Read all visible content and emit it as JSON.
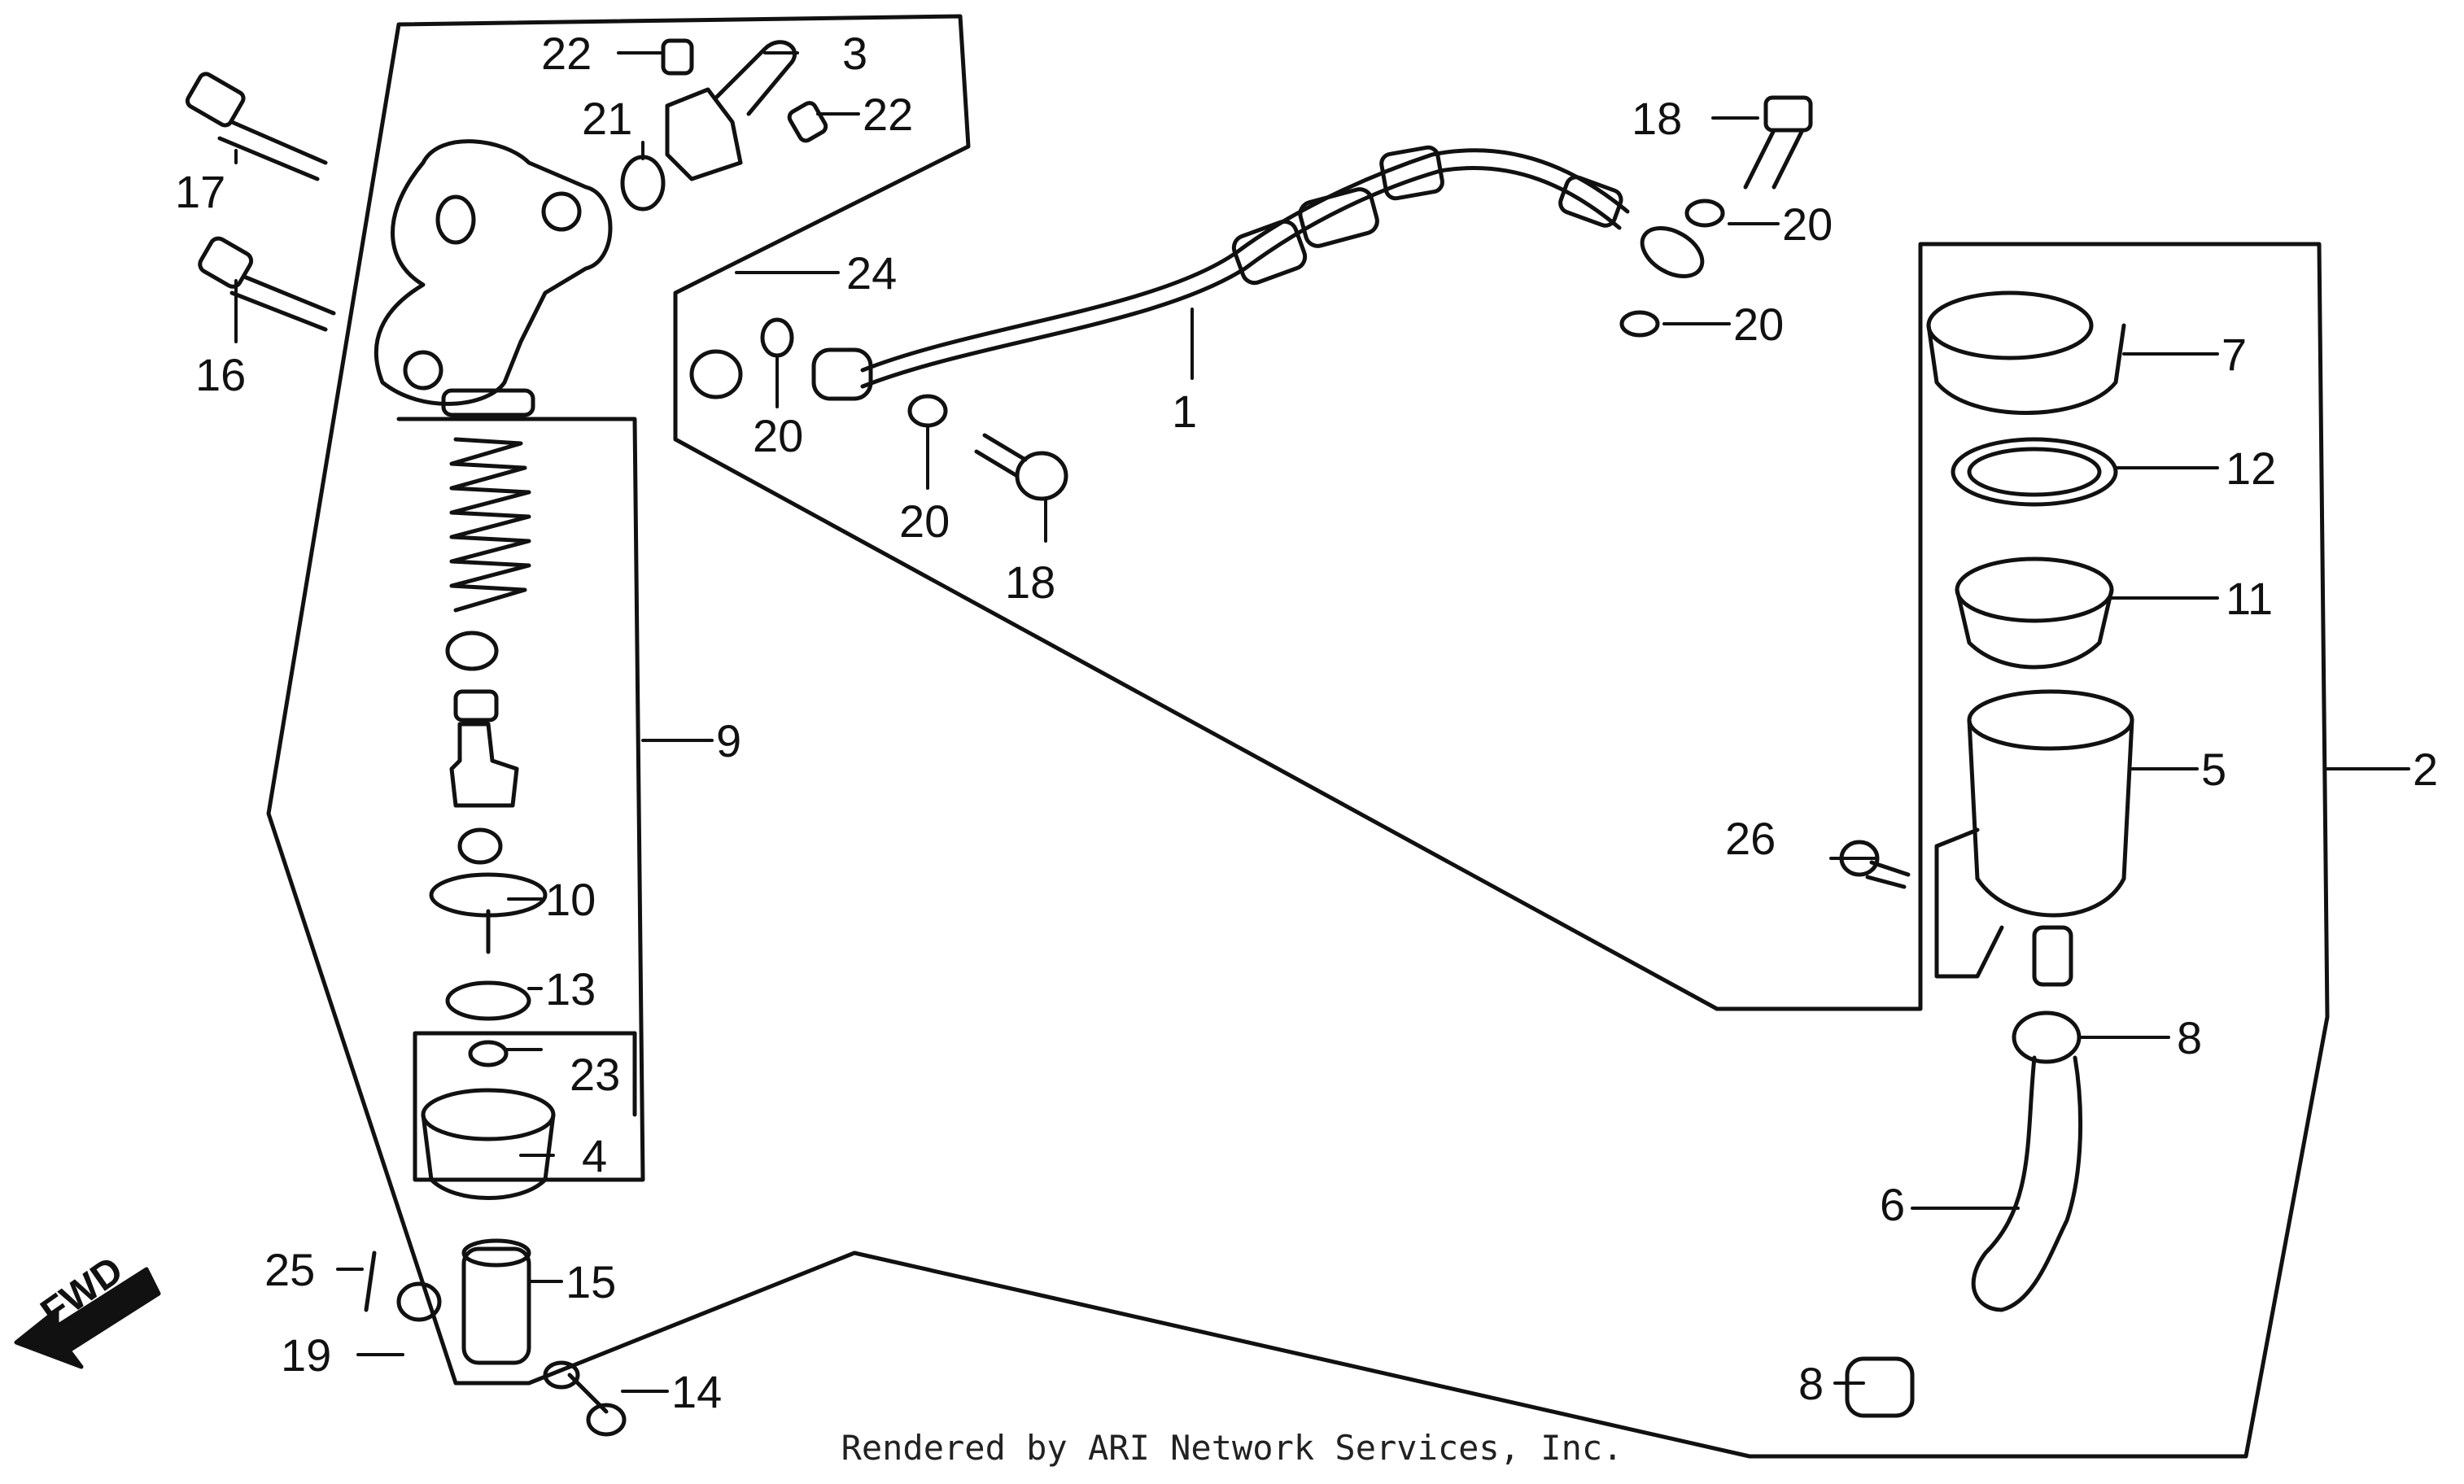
{
  "diagram": {
    "type": "exploded-parts-diagram",
    "direction_label": "FWD",
    "footer": "Rendered by ARI Network Services, Inc.",
    "colors": {
      "ink": "#111111",
      "background": "#ffffff"
    },
    "callouts": [
      {
        "id": "c1",
        "label": "1"
      },
      {
        "id": "c2",
        "label": "2"
      },
      {
        "id": "c3",
        "label": "3"
      },
      {
        "id": "c4",
        "label": "4"
      },
      {
        "id": "c5",
        "label": "5"
      },
      {
        "id": "c6",
        "label": "6"
      },
      {
        "id": "c7",
        "label": "7"
      },
      {
        "id": "c8a",
        "label": "8"
      },
      {
        "id": "c8b",
        "label": "8"
      },
      {
        "id": "c9",
        "label": "9"
      },
      {
        "id": "c10",
        "label": "10"
      },
      {
        "id": "c11",
        "label": "11"
      },
      {
        "id": "c12",
        "label": "12"
      },
      {
        "id": "c13",
        "label": "13"
      },
      {
        "id": "c14",
        "label": "14"
      },
      {
        "id": "c15",
        "label": "15"
      },
      {
        "id": "c16",
        "label": "16"
      },
      {
        "id": "c17",
        "label": "17"
      },
      {
        "id": "c18a",
        "label": "18"
      },
      {
        "id": "c18b",
        "label": "18"
      },
      {
        "id": "c19",
        "label": "19"
      },
      {
        "id": "c20a",
        "label": "20"
      },
      {
        "id": "c20b",
        "label": "20"
      },
      {
        "id": "c20c",
        "label": "20"
      },
      {
        "id": "c20d",
        "label": "20"
      },
      {
        "id": "c21",
        "label": "21"
      },
      {
        "id": "c22a",
        "label": "22"
      },
      {
        "id": "c22b",
        "label": "22"
      },
      {
        "id": "c23",
        "label": "23"
      },
      {
        "id": "c24",
        "label": "24"
      },
      {
        "id": "c25",
        "label": "25"
      },
      {
        "id": "c26",
        "label": "26"
      }
    ]
  }
}
